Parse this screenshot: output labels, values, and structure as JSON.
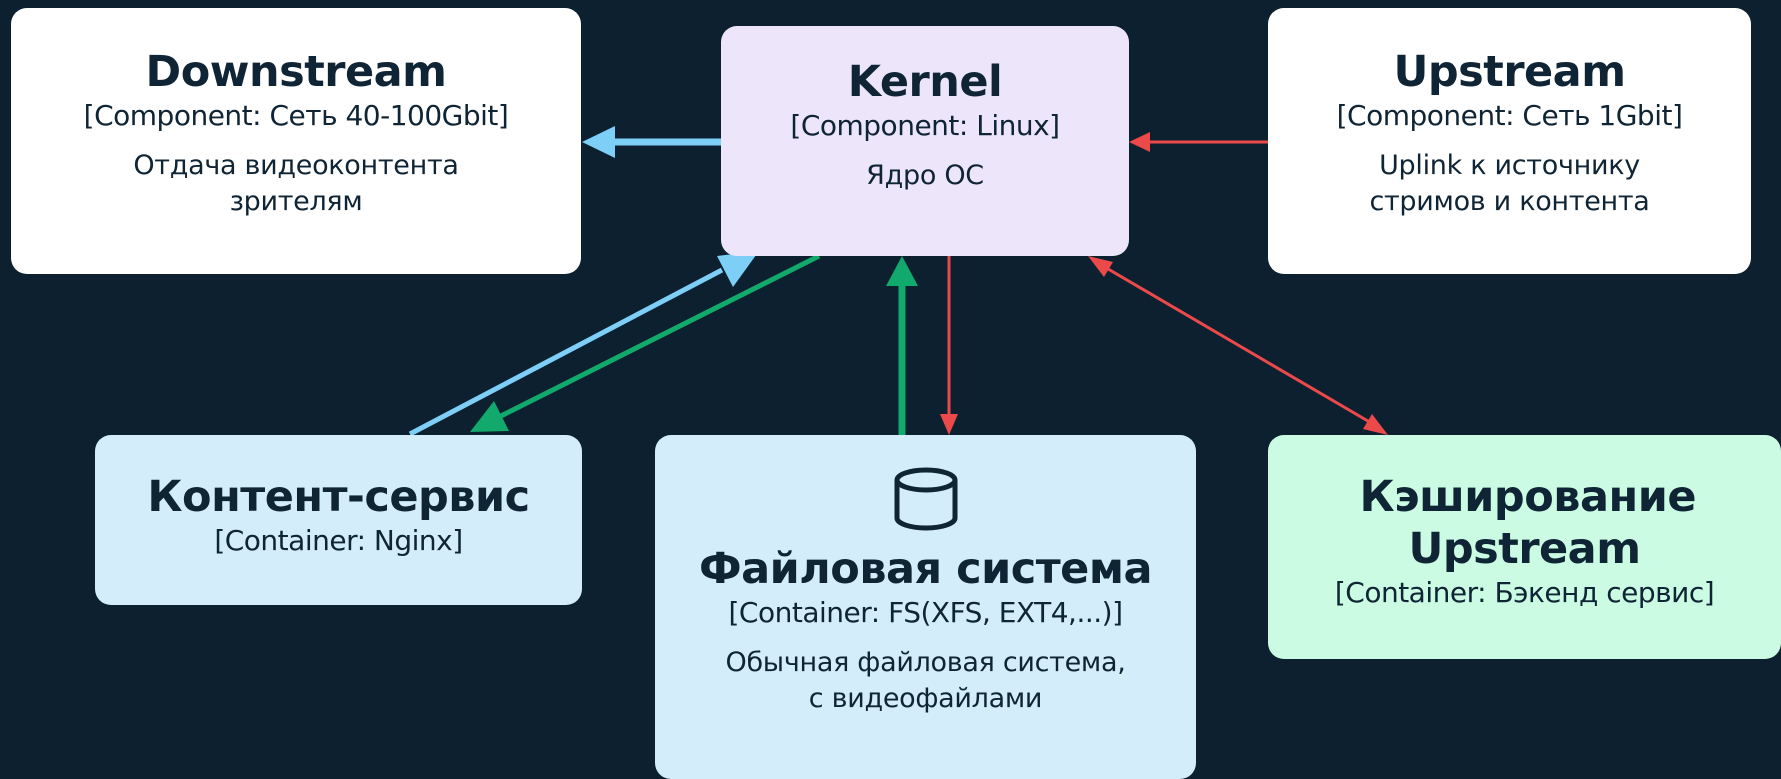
{
  "colors": {
    "background": "#0c2030",
    "arrow_blue": "#7ecff7",
    "arrow_green": "#12a96c",
    "arrow_red": "#ec4a4a"
  },
  "nodes": {
    "downstream": {
      "title": "Downstream",
      "tech": "[Component: Сеть 40-100Gbit]",
      "desc": "Отдача видеоконтента зрителям"
    },
    "kernel": {
      "title": "Kernel",
      "tech": "[Component: Linux]",
      "desc": "Ядро ОС"
    },
    "upstream": {
      "title": "Upstream",
      "tech": "[Component: Сеть 1Gbit]",
      "desc": "Uplink к источнику стримов и контента"
    },
    "content_service": {
      "title": "Контент-сервис",
      "tech": "[Container: Nginx]"
    },
    "filesystem": {
      "icon": "database-icon",
      "title": "Файловая система",
      "tech": "[Container: FS(XFS, EXT4,...)]",
      "desc": "Обычная файловая система, с видеофайлами"
    },
    "cache": {
      "title": "Кэширование Upstream",
      "tech": "[Container: Бэкенд сервис]"
    }
  },
  "edges": [
    {
      "from": "kernel",
      "to": "downstream",
      "color": "blue"
    },
    {
      "from": "content_service",
      "to": "kernel",
      "color": "blue"
    },
    {
      "from": "kernel",
      "to": "content_service",
      "color": "green"
    },
    {
      "from": "filesystem",
      "to": "kernel",
      "color": "green"
    },
    {
      "from": "kernel",
      "to": "filesystem",
      "color": "red"
    },
    {
      "from": "upstream",
      "to": "kernel",
      "color": "red"
    },
    {
      "from": "kernel",
      "to": "cache",
      "color": "red",
      "bidirectional": true
    }
  ]
}
